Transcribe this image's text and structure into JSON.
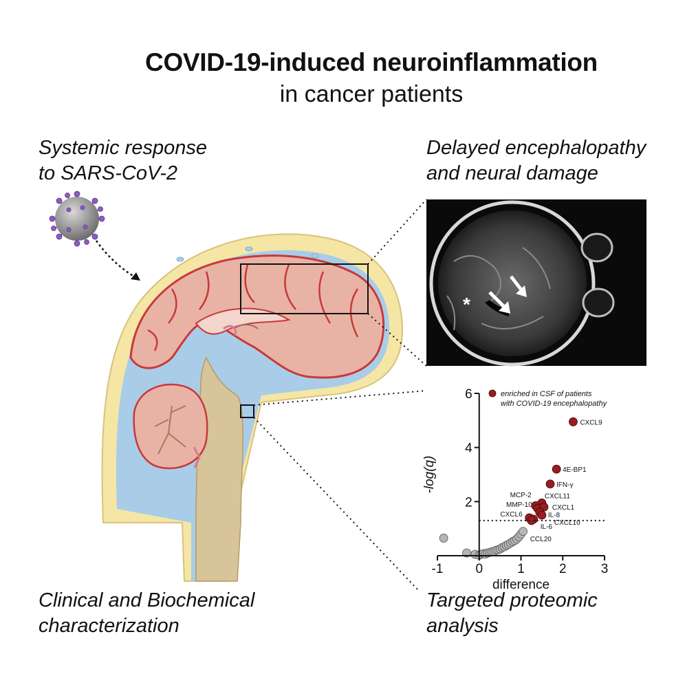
{
  "title": {
    "main": "COVID-19-induced neuroinflammation",
    "sub": "in cancer patients"
  },
  "captions": {
    "top_left": [
      "Systemic response",
      "to SARS-CoV-2"
    ],
    "top_right": [
      "Delayed encephalopathy",
      "and neural damage"
    ],
    "bottom_left": [
      "Clinical and Biochemical",
      "characterization"
    ],
    "bottom_right": [
      "Targeted proteomic",
      "analysis"
    ]
  },
  "mri": {
    "asterisk": "*"
  },
  "colors": {
    "brain_fill": "#e8b3a5",
    "brain_outline": "#c8383a",
    "csf_blue": "#a9cde8",
    "skull_yellow": "#f5e6a6",
    "stem_tan": "#d7c49a",
    "highlight_dot": "#9b1b1f",
    "grey_dot": "#b5b5b5"
  },
  "chart_data": {
    "type": "scatter",
    "xlabel": "difference",
    "ylabel": "-log(q)",
    "xlim": [
      -1,
      3
    ],
    "ylim": [
      0,
      6
    ],
    "xticks": [
      "-1",
      "0",
      "1",
      "2",
      "3"
    ],
    "yticks": [
      "2",
      "4",
      "6"
    ],
    "threshold_y": 1.3,
    "legend": {
      "line1": "enriched in CSF of patients",
      "line2": "with COVID-19 encephalopathy"
    },
    "highlighted": [
      {
        "label": "CXCL9",
        "x": 2.25,
        "y": 4.95
      },
      {
        "label": "4E-BP1",
        "x": 1.85,
        "y": 3.2
      },
      {
        "label": "IFN-γ",
        "x": 1.7,
        "y": 2.65
      },
      {
        "label": "CXCL11",
        "x": 1.5,
        "y": 1.95
      },
      {
        "label": "MCP-2",
        "x": 1.35,
        "y": 1.85
      },
      {
        "label": "MMP-10",
        "x": 1.4,
        "y": 1.75
      },
      {
        "label": "CXCL1",
        "x": 1.55,
        "y": 1.8
      },
      {
        "label": "IL-8",
        "x": 1.45,
        "y": 1.6
      },
      {
        "label": "CXCL10",
        "x": 1.5,
        "y": 1.5
      },
      {
        "label": "CXCL6",
        "x": 1.2,
        "y": 1.4
      },
      {
        "label": "IL-6",
        "x": 1.3,
        "y": 1.35
      },
      {
        "label": "CCL20",
        "x": 1.25,
        "y": 1.3
      }
    ],
    "grey_points": [
      {
        "x": -0.85,
        "y": 0.65
      },
      {
        "x": -0.3,
        "y": 0.1
      },
      {
        "x": -0.1,
        "y": 0.05
      },
      {
        "x": 0.0,
        "y": 0.02
      },
      {
        "x": 0.05,
        "y": 0.05
      },
      {
        "x": 0.1,
        "y": 0.08
      },
      {
        "x": 0.15,
        "y": 0.06
      },
      {
        "x": 0.2,
        "y": 0.1
      },
      {
        "x": 0.25,
        "y": 0.12
      },
      {
        "x": 0.3,
        "y": 0.14
      },
      {
        "x": 0.35,
        "y": 0.16
      },
      {
        "x": 0.4,
        "y": 0.2
      },
      {
        "x": 0.45,
        "y": 0.22
      },
      {
        "x": 0.5,
        "y": 0.25
      },
      {
        "x": 0.55,
        "y": 0.3
      },
      {
        "x": 0.6,
        "y": 0.33
      },
      {
        "x": 0.65,
        "y": 0.38
      },
      {
        "x": 0.7,
        "y": 0.42
      },
      {
        "x": 0.75,
        "y": 0.47
      },
      {
        "x": 0.8,
        "y": 0.52
      },
      {
        "x": 0.85,
        "y": 0.56
      },
      {
        "x": 0.9,
        "y": 0.62
      },
      {
        "x": 0.95,
        "y": 0.7
      },
      {
        "x": 1.0,
        "y": 0.8
      },
      {
        "x": 1.05,
        "y": 0.9
      }
    ]
  }
}
